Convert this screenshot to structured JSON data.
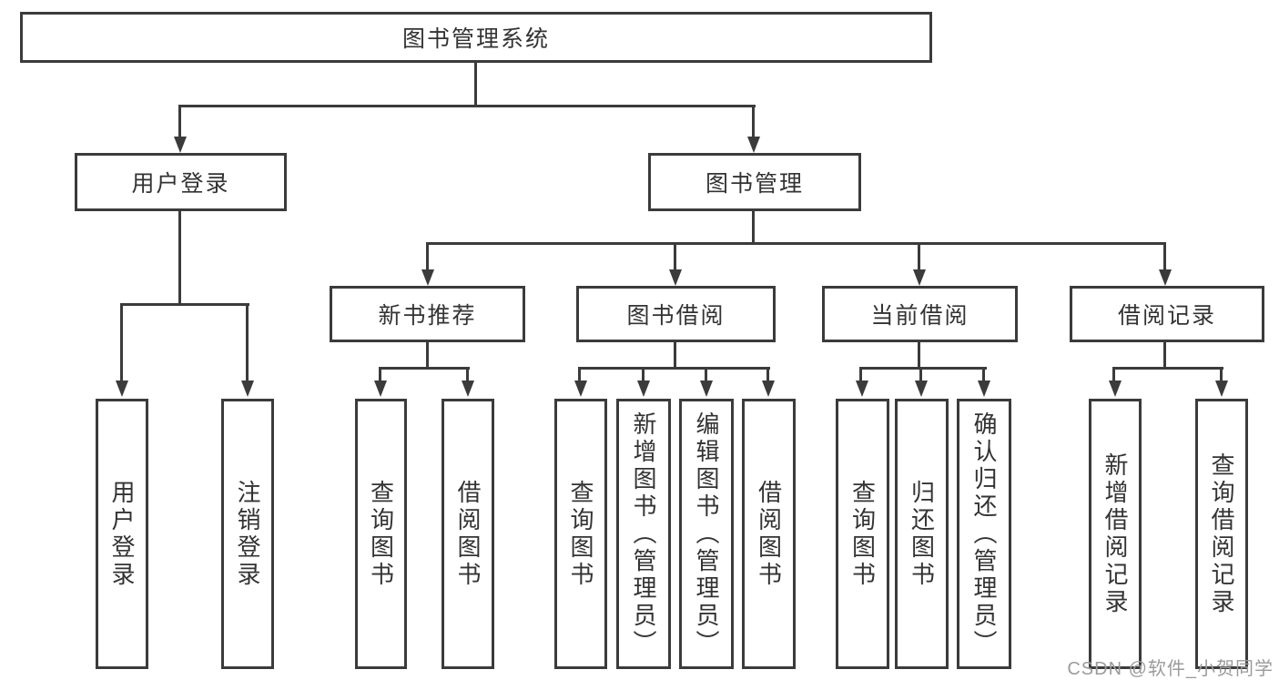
{
  "diagram": {
    "title": "图书管理系统",
    "nodes": {
      "root": "图书管理系统",
      "user_login": "用户登录",
      "book_mgmt": "图书管理",
      "new_book_rec": "新书推荐",
      "book_borrow": "图书借阅",
      "current_borrow": "当前借阅",
      "borrow_records": "借阅记录",
      "leaf_user_login": "用户登录",
      "leaf_logout": "注销登录",
      "leaf_query_book_1": "查询图书",
      "leaf_borrow_book_1": "借阅图书",
      "leaf_query_book_2": "查询图书",
      "leaf_add_book": "新增图书（管理员）",
      "leaf_edit_book": "编辑图书（管理员）",
      "leaf_borrow_book_2": "借阅图书",
      "leaf_query_book_3": "查询图书",
      "leaf_return_book": "归还图书",
      "leaf_confirm_return": "确认归还（管理员）",
      "leaf_add_borrow_record": "新增借阅记录",
      "leaf_query_borrow_record": "查询借阅记录"
    },
    "watermark": "CSDN @软件_小贺同学",
    "colors": {
      "line": "#3b3b3b",
      "text": "#333333",
      "watermark": "#9b9b9b",
      "background": "#ffffff"
    }
  }
}
